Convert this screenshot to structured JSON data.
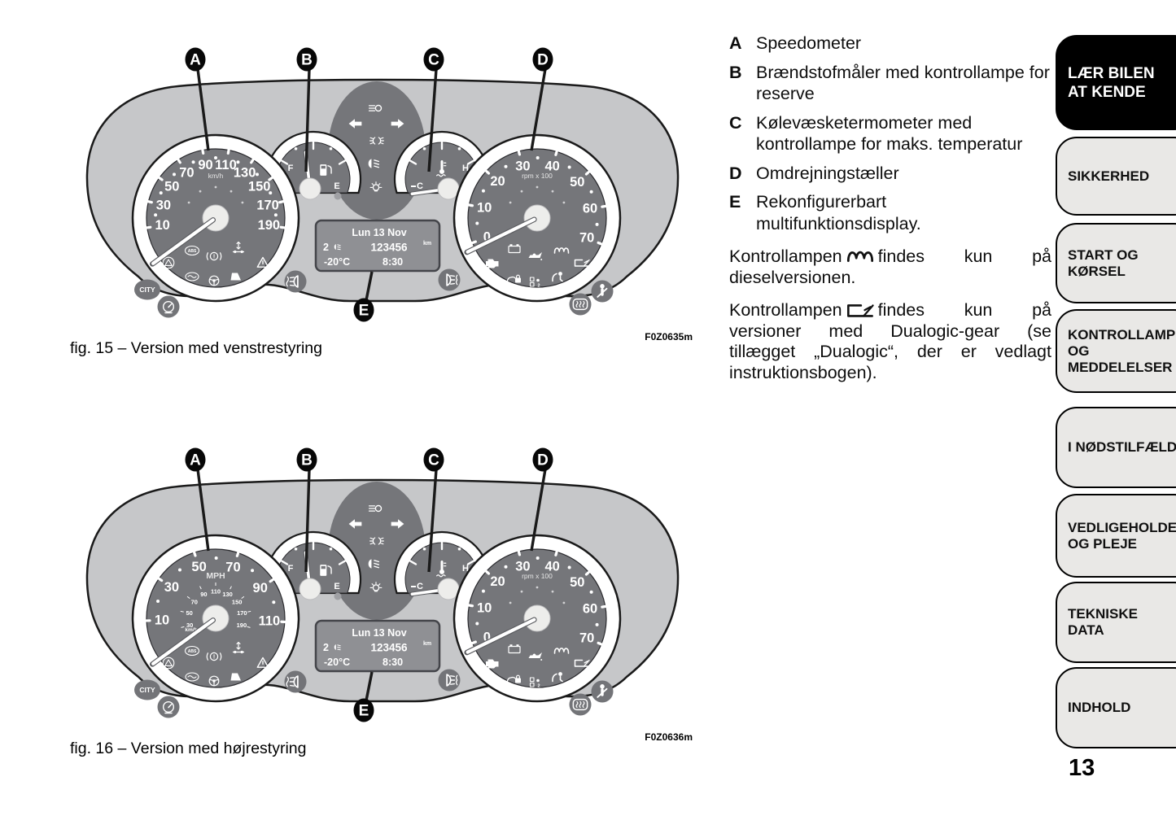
{
  "page": {
    "number": "13"
  },
  "colors": {
    "cluster_body": "#c6c7c9",
    "gauge_face": "#75767a",
    "ring": "#ffffff",
    "outline": "#1a1a1a",
    "display_bg": "#8f9094",
    "display_text": "#ffffff",
    "sidebar_active_bg": "#000000",
    "sidebar_active_text": "#ffffff",
    "sidebar_tab_bg": "#e9e8e6"
  },
  "description": {
    "items": [
      {
        "letter": "A",
        "text": "Speedometer"
      },
      {
        "letter": "B",
        "text": "Brændstofmåler med kontrollampe for reserve"
      },
      {
        "letter": "C",
        "text": "Kølevæsketermometer med kontrollampe for maks. temperatur"
      },
      {
        "letter": "D",
        "text": "Omdrejningstæller"
      },
      {
        "letter": "E",
        "text": "Rekonfigurerbart multifunktionsdisplay."
      }
    ],
    "paragraphs": [
      {
        "before": "Kontrollampen",
        "icon": "glow-plug-icon",
        "after": "findes kun på dieselversionen."
      },
      {
        "before": "Kontrollampen",
        "icon": "dualogic-gearbox-icon",
        "after": "findes kun på versioner med Dualogic-gear (se tillægget „Dualogic“, der er vedlagt instruktionsbogen)."
      }
    ]
  },
  "sidebar": {
    "items": [
      {
        "label": "LÆR BILEN\nAT KENDE",
        "active": true
      },
      {
        "label": "SIKKERHED",
        "active": false
      },
      {
        "label": "START OG\nKØRSEL",
        "active": false
      },
      {
        "label": "KONTROLLAMPER\nOG MEDDELELSER",
        "active": false
      },
      {
        "label": "I NØDSTILFÆLDE",
        "active": false
      },
      {
        "label": "VEDLIGEHOLDELSE\nOG PLEJE",
        "active": false
      },
      {
        "label": "TEKNISKE\nDATA",
        "active": false
      },
      {
        "label": "INDHOLD",
        "active": false
      }
    ]
  },
  "figures": [
    {
      "id": "fig15",
      "caption": "fig. 15 – Version med venstrestyring",
      "code": "F0Z0635m",
      "callouts": [
        "A",
        "B",
        "C",
        "D",
        "E"
      ],
      "speedometer": {
        "labels": [
          "10",
          "30",
          "50",
          "70",
          "90",
          "110",
          "130",
          "150",
          "170",
          "190"
        ],
        "unit": "km/h"
      },
      "tachometer": {
        "labels": [
          "0",
          "10",
          "20",
          "30",
          "40",
          "50",
          "60",
          "70"
        ],
        "unit": "rpm x 100"
      },
      "fuel_gauge": {
        "full": "F",
        "empty": "E",
        "icon": "fuel-pump-icon"
      },
      "temp_gauge": {
        "cold": "C",
        "hot": "H",
        "icon": "coolant-thermometer-icon"
      },
      "display": {
        "date": "Lun 13 Nov",
        "gear": "2",
        "odometer": "123456",
        "odometer_unit": "km",
        "outside_temp": "-20°C",
        "time": "8:30"
      },
      "speedo_warning_icons": [
        "abs-icon",
        "suspension-icon",
        "esc-icon",
        "brake-warning-icon",
        "warning-triangle-icon",
        "asr-icon",
        "steering-icon",
        "door-open-icon"
      ],
      "tach_warning_icons": [
        "engine-icon",
        "battery-icon",
        "oil-pressure-icon",
        "glow-plug-icon",
        "dualogic-gearbox-icon",
        "car-lock-icon",
        "side-airbag-icon",
        "airbag-icon"
      ],
      "center_icons": [
        "high-beam-icon",
        "turn-left-icon",
        "turn-right-icon",
        "position-lights-icon",
        "low-beam-icon",
        "exterior-light-icon"
      ],
      "badges": [
        "city-button",
        "cruise-icon",
        "front-fog-icon",
        "rear-fog-icon",
        "seat-belt-icon",
        "heated-rear-window-icon"
      ]
    },
    {
      "id": "fig16",
      "caption": "fig. 16 – Version med højrestyring",
      "code": "F0Z0636m",
      "callouts": [
        "A",
        "B",
        "C",
        "D",
        "E"
      ],
      "speedometer": {
        "labels": [
          "10",
          "30",
          "50",
          "70",
          "90",
          "110"
        ],
        "unit": "MPH",
        "inner_labels": [
          "30",
          "50",
          "70",
          "90",
          "110",
          "130",
          "150",
          "170",
          "190"
        ],
        "inner_unit": "km/h"
      },
      "tachometer": {
        "labels": [
          "0",
          "10",
          "20",
          "30",
          "40",
          "50",
          "60",
          "70"
        ],
        "unit": "rpm x 100"
      },
      "fuel_gauge": {
        "full": "F",
        "empty": "E",
        "icon": "fuel-pump-icon"
      },
      "temp_gauge": {
        "cold": "C",
        "hot": "H",
        "icon": "coolant-thermometer-icon"
      },
      "display": {
        "date": "Lun 13 Nov",
        "gear": "2",
        "odometer": "123456",
        "odometer_unit": "km",
        "outside_temp": "-20°C",
        "time": "8:30"
      },
      "speedo_warning_icons": [
        "abs-icon",
        "suspension-icon",
        "esc-icon",
        "brake-warning-icon",
        "warning-triangle-icon",
        "asr-icon",
        "steering-icon",
        "door-open-icon"
      ],
      "tach_warning_icons": [
        "engine-icon",
        "battery-icon",
        "oil-pressure-icon",
        "glow-plug-icon",
        "dualogic-gearbox-icon",
        "car-lock-icon",
        "side-airbag-icon",
        "airbag-icon"
      ],
      "center_icons": [
        "high-beam-icon",
        "turn-left-icon",
        "turn-right-icon",
        "position-lights-icon",
        "low-beam-icon",
        "exterior-light-icon"
      ],
      "badges": [
        "city-button",
        "cruise-icon",
        "front-fog-icon",
        "rear-fog-icon",
        "seat-belt-icon",
        "heated-rear-window-icon"
      ]
    }
  ]
}
